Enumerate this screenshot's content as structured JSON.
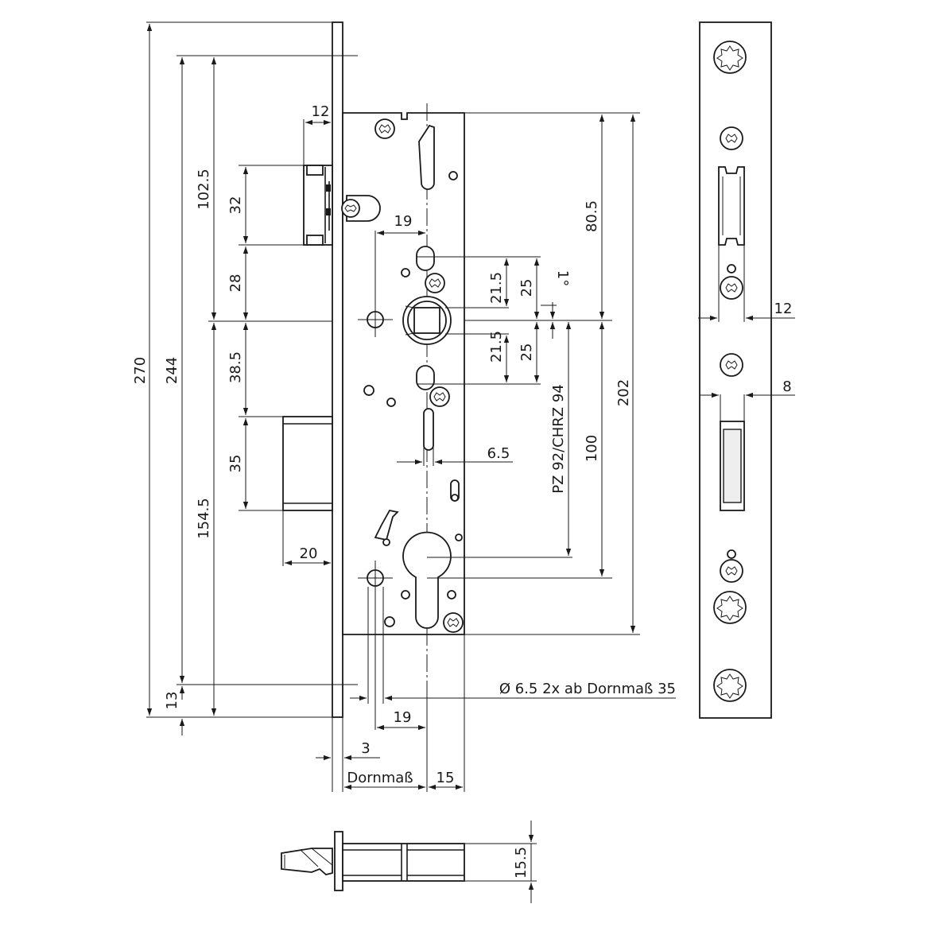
{
  "dimensions": {
    "overall_270": "270",
    "height_244": "244",
    "top_102_5": "102.5",
    "bottom_154_5": "154.5",
    "bottom_13": "13",
    "latch_32": "32",
    "gap_28": "28",
    "gap_38_5": "38.5",
    "bolt_35": "35",
    "latch_depth_12": "12",
    "bolt_throw_20": "20",
    "spindle_offset_19": "19",
    "upper_21_5": "21.5",
    "lower_21_5": "21.5",
    "upper_25": "25",
    "lower_25": "25",
    "angle_1deg": "1°",
    "upper_80_5": "80.5",
    "case_202": "202",
    "distance_100": "100",
    "pz_label": "PZ 92/CHRZ 94",
    "slot_6_5": "6.5",
    "hole_note": "Ø 6.5 2x ab Dornmaß 35",
    "lower_19": "19",
    "faceplate_3": "3",
    "backset_label": "Dornmaß",
    "backset_15": "15",
    "thickness_15_5": "15.5",
    "strike_12": "12",
    "strike_8": "8"
  }
}
